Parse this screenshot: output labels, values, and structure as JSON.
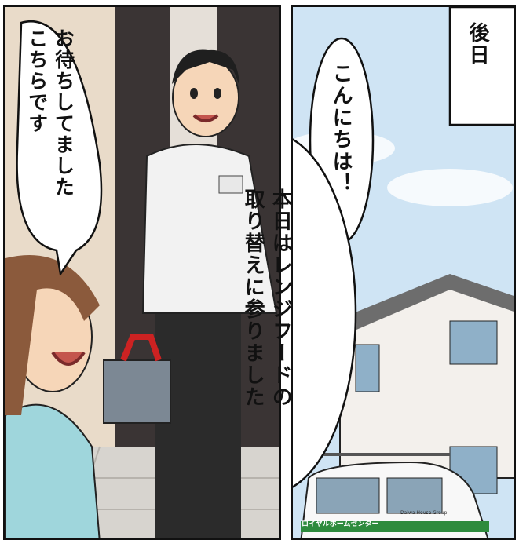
{
  "panels": {
    "left": {
      "speech_bubble": "お待ちしてました\nこちらです"
    },
    "right": {
      "caption": "後日",
      "speech_bubble_1": "こんにちは！",
      "speech_bubble_2": "本日はレンジフードの\n取り替えに参りました",
      "van_logo_text": "ロイヤルホームセンター",
      "van_small_text": "Daiwa House Group"
    }
  },
  "colors": {
    "border": "#111111",
    "sky": "#cfe4f4",
    "uniform": "#f2f2f2",
    "pants": "#2b2b2b",
    "toolbox": "#7c8894",
    "wall": "#e8d9c8",
    "house": "#f3f0ec",
    "van_green": "#2e8b3d",
    "hair": "#1f1f1f",
    "skin": "#f6d6b8"
  }
}
